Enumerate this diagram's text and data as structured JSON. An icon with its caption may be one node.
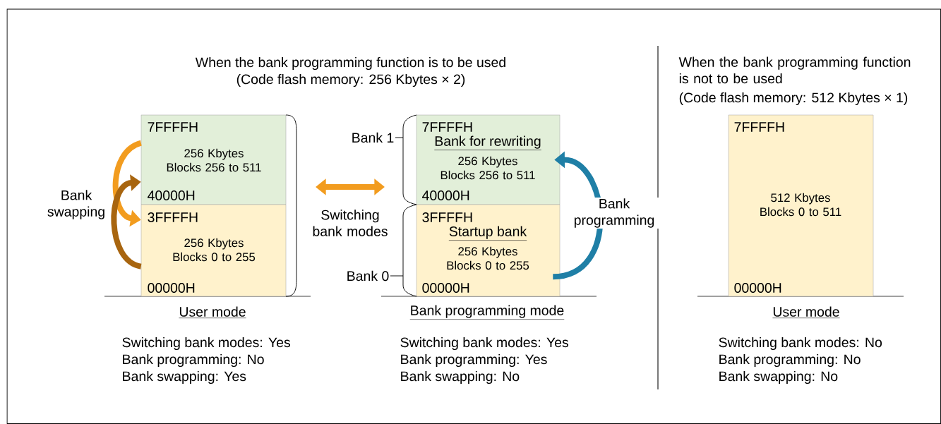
{
  "diagram": {
    "nodes": [
      {
        "text": [
          "7FFFFH",
          "256 Kbytes Blocks 256 to 511",
          "40000H"
        ]
      },
      {
        "text": [
          "3FFFFH",
          "256 Kbytes Blocks 0 to 255",
          "00000H"
        ],
        "beside": [
          "User mode"
        ]
      },
      {
        "text": [
          "7FFFFH",
          "Bank for rewriting",
          "256 Kbytes Blocks 256 to 511",
          "40000H"
        ]
      },
      {
        "text": [
          "3FFFFH",
          "Startup bank",
          "256 Kbytes Blocks 0 to 255",
          "00000H"
        ],
        "beside": [
          "Bank programming mode"
        ]
      },
      {
        "text": [
          "7FFFFH",
          "512 Kbytes Blocks 0 to 511",
          "00000H"
        ],
        "beside": [
          "User mode"
        ]
      },
      {
        "text": [
          "Bank 1"
        ]
      },
      {
        "text": [
          "Bank 0"
        ]
      }
    ],
    "edges": [
      {
        "from": 0,
        "to": 1,
        "arrow": "to",
        "color": "#f29c1f"
      },
      {
        "from": 1,
        "to": 0,
        "arrow": "to",
        "color": "#a8650f"
      },
      {
        "from": 3,
        "to": 2,
        "arrow": "to",
        "color": "#1f7fa6",
        "label": "Bank programming"
      },
      {
        "from": 5,
        "to": 2,
        "arrow": "none",
        "color": "#000000"
      },
      {
        "from": 6,
        "to": 3,
        "arrow": "none",
        "color": "#000000"
      }
    ],
    "labels": [
      "When the bank programming function is to be used",
      "(Code flash memory: 256 Kbytes × 2)",
      "When the bank programming function is not to be used",
      "(Code flash memory: 512 Kbytes × 1)",
      "Bank swapping",
      "Switching bank modes",
      "Switching bank modes: Yes",
      "Bank programming: No",
      "Bank swapping: Yes",
      "Switching bank modes: Yes",
      "Bank programming: Yes",
      "Bank swapping: No",
      "Switching bank modes: No",
      "Bank programming: No",
      "Bank swapping: No"
    ]
  }
}
